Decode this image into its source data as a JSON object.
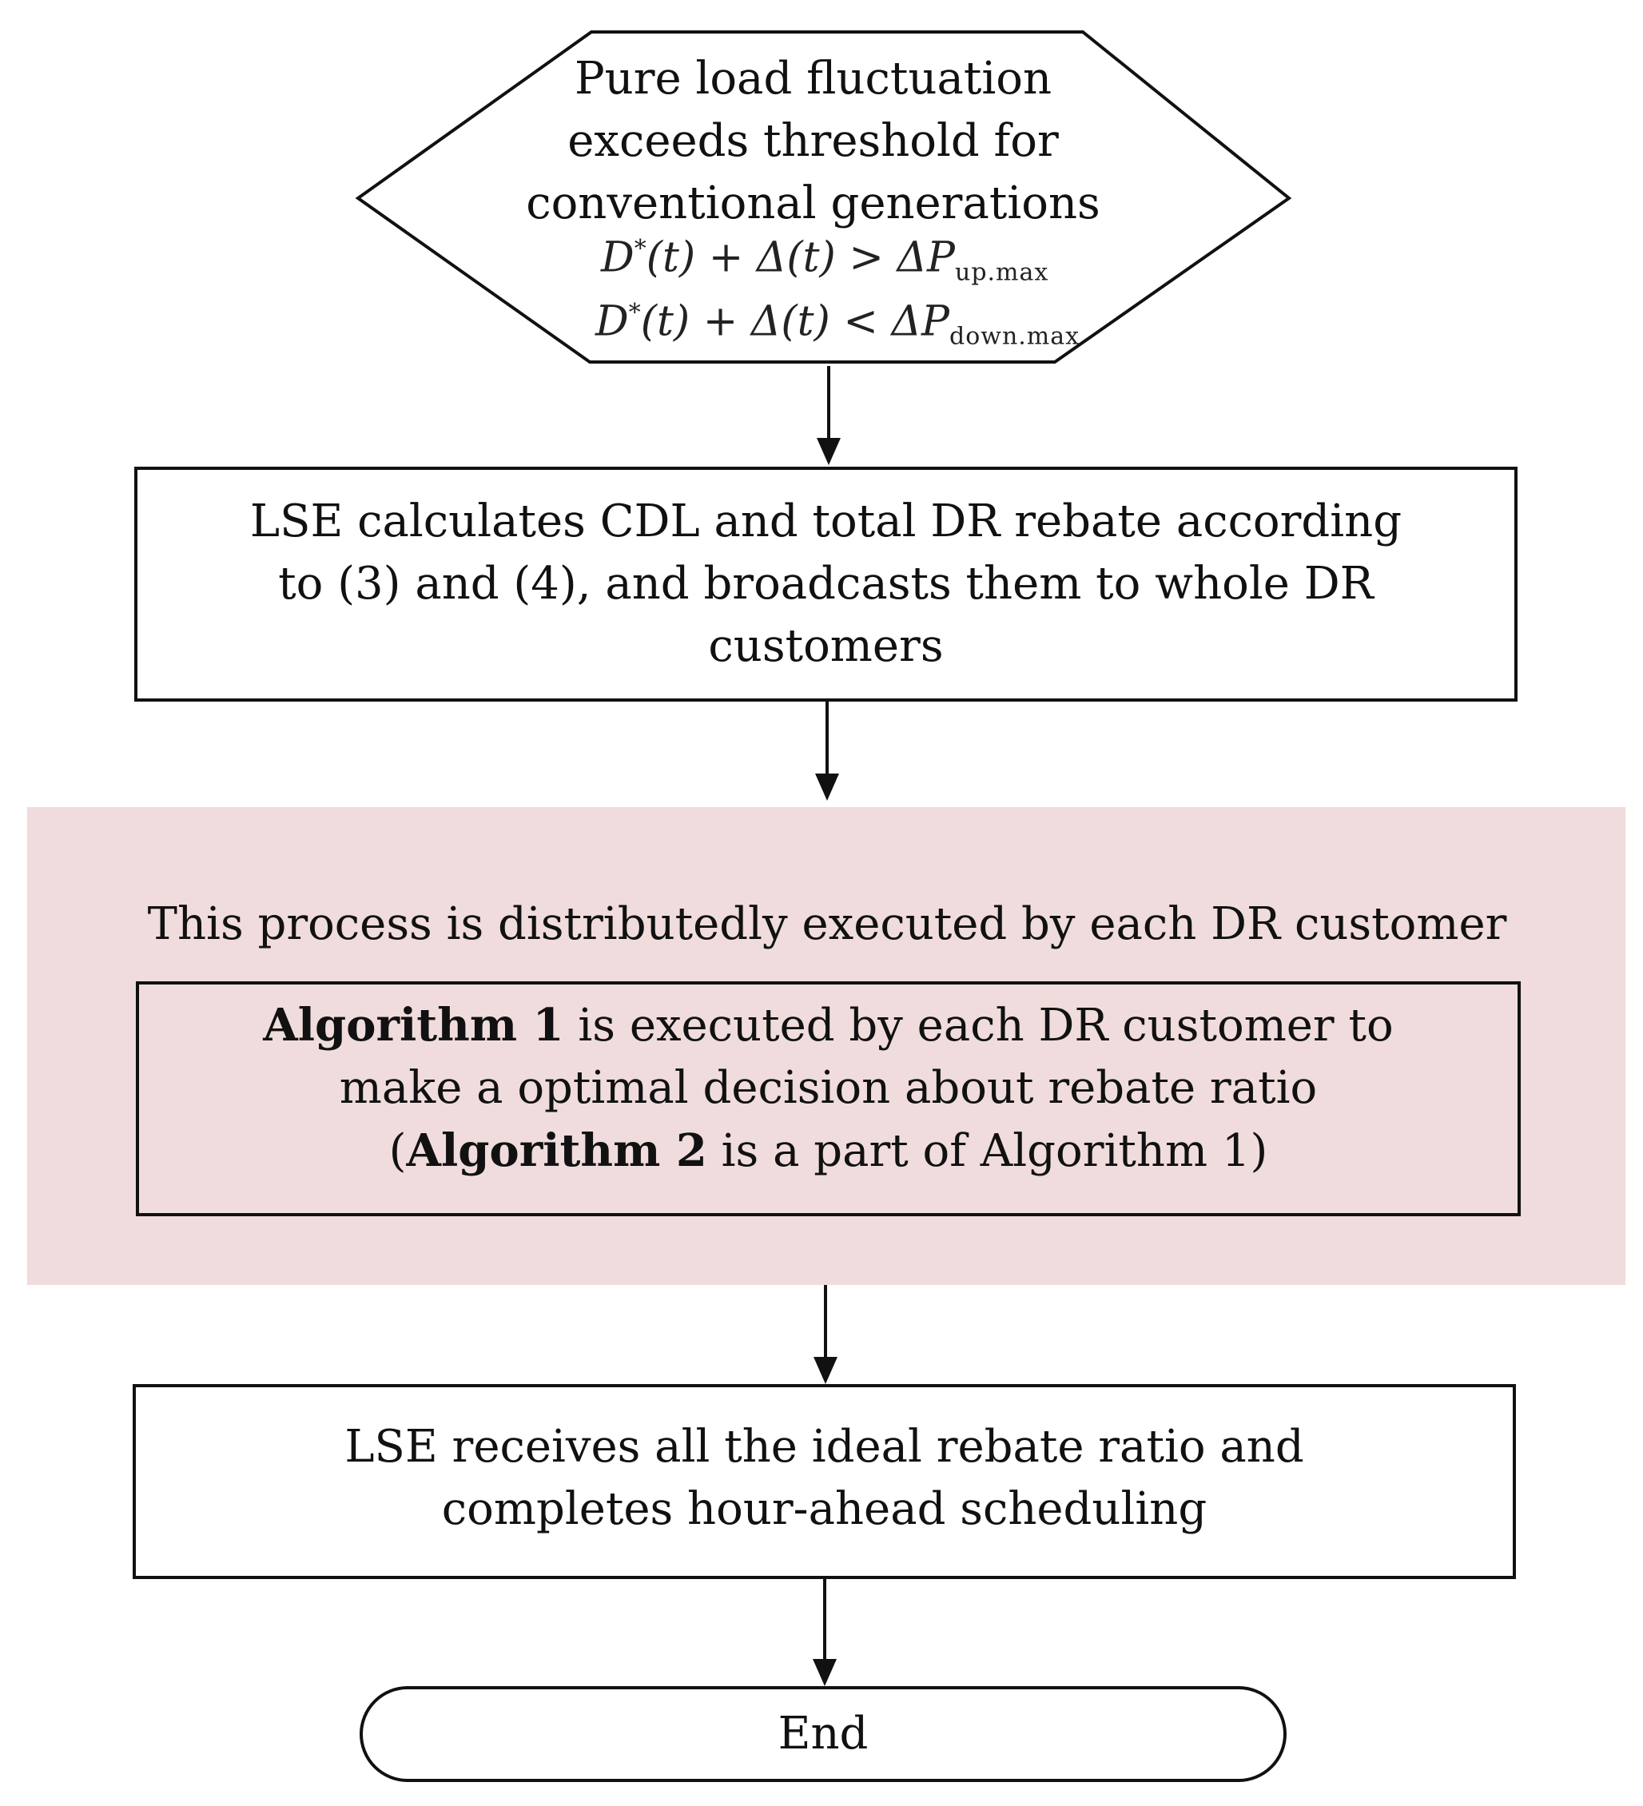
{
  "nodes": {
    "decision": {
      "line1": "Pure load fluctuation",
      "line2": "exceeds threshold for",
      "line3": "conventional generations",
      "eq1": {
        "lhs": "D",
        "mark": "*",
        "rest": "(t) + Δ(t) > ΔP",
        "sub": "up.max"
      },
      "eq2": {
        "lhs": "D",
        "mark": "*",
        "rest": "(t) + Δ(t) < ΔP",
        "sub": "down.max"
      }
    },
    "lse_calc": {
      "line1": "LSE calculates CDL and total DR rebate according",
      "line2": "to (3)  and (4), and broadcasts them to whole DR",
      "line3": "customers"
    },
    "distributed_region": {
      "title": "This process is distributedly executed by each DR customer"
    },
    "algorithm_box": {
      "line1_bold": "Algorithm 1",
      "line1_rest": " is executed by each DR customer to",
      "line2": "make a optimal decision about rebate ratio",
      "line3_open": "(",
      "line3_bold": "Algorithm 2",
      "line3_rest": " is a part of Algorithm 1)"
    },
    "lse_receive": {
      "line1": "LSE receives all the ideal rebate ratio and",
      "line2": "completes hour-ahead scheduling"
    },
    "end": {
      "label": "End"
    }
  },
  "colors": {
    "region_fill": "#f0dcdc",
    "stroke": "#111111"
  }
}
